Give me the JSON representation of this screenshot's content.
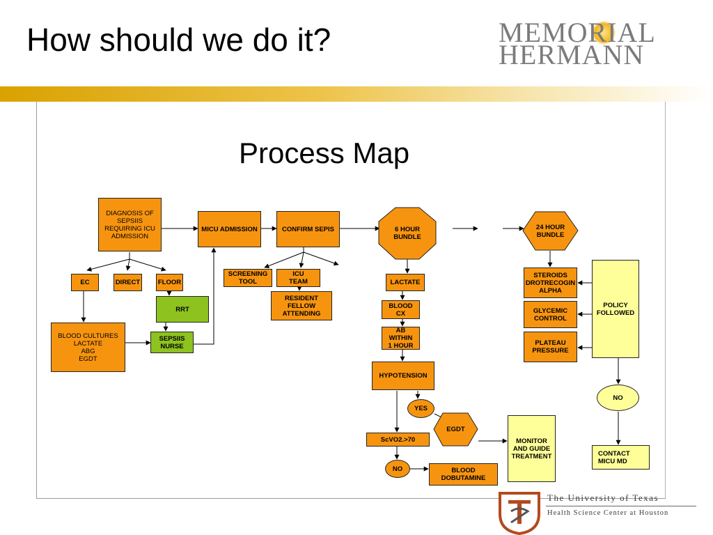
{
  "slide": {
    "title": "How should we do it?"
  },
  "logos": {
    "memorial_line1": "MEMORIAL",
    "memorial_line2": "HERMANN",
    "ut_line1": "The University of Texas",
    "ut_line2": "Health Science Center at Houston"
  },
  "colors": {
    "orange": "#f7940f",
    "green": "#8dc21f",
    "pale_yellow": "#ffff99",
    "gold_band": "#e3ae1c"
  },
  "diagram": {
    "title": "Process Map",
    "nodes": {
      "diagnosis": "DIAGNOSIS OF\nSEPSIIS\nREQUIRING ICU\nADMISSION",
      "micu_admission": "MICU ADMISSION",
      "confirm_sepsis": "CONFIRM SEPIS",
      "six_hour_bundle": "6 HOUR\nBUNDLE",
      "twentyfour_hour_bundle": "24 HOUR\nBUNDLE",
      "ec": "EC",
      "direct": "DIRECT",
      "floor": "FLOOR",
      "rrt": "RRT",
      "blood_cultures": "BLOOD CULTURES\nLACTATE\nABG\nEGDT",
      "sepsiis_nurse": "SEPSIIS\nNURSE",
      "screening_tool": "SCREENING\nTOOL",
      "icu_team": "ICU\nTEAM",
      "resident": "RESIDENT\nFELLOW\nATTENDING",
      "lactate": "LACTATE",
      "blood_cx": "BLOOD\nCX",
      "ab_within": "AB\nWITHIN\n1 HOUR",
      "hypotension": "HYPOTENSION",
      "yes": "YES",
      "egdt": "EGDT",
      "scvo2": "ScVO2.>70",
      "no_left": "NO",
      "blood_dobutamine": "BLOOD\nDOBUTAMINE",
      "monitor": "MONITOR\nAND GUIDE\nTREATMENT",
      "steroids": "STEROIDS\nDROTRECOGIN\nALPHA",
      "glycemic": "GLYCEMIC\nCONTROL",
      "plateau": "PLATEAU\nPRESSURE",
      "policy": "POLICY\nFOLLOWED",
      "no_right": "NO",
      "contact": "CONTACT\nMICU MD"
    }
  }
}
